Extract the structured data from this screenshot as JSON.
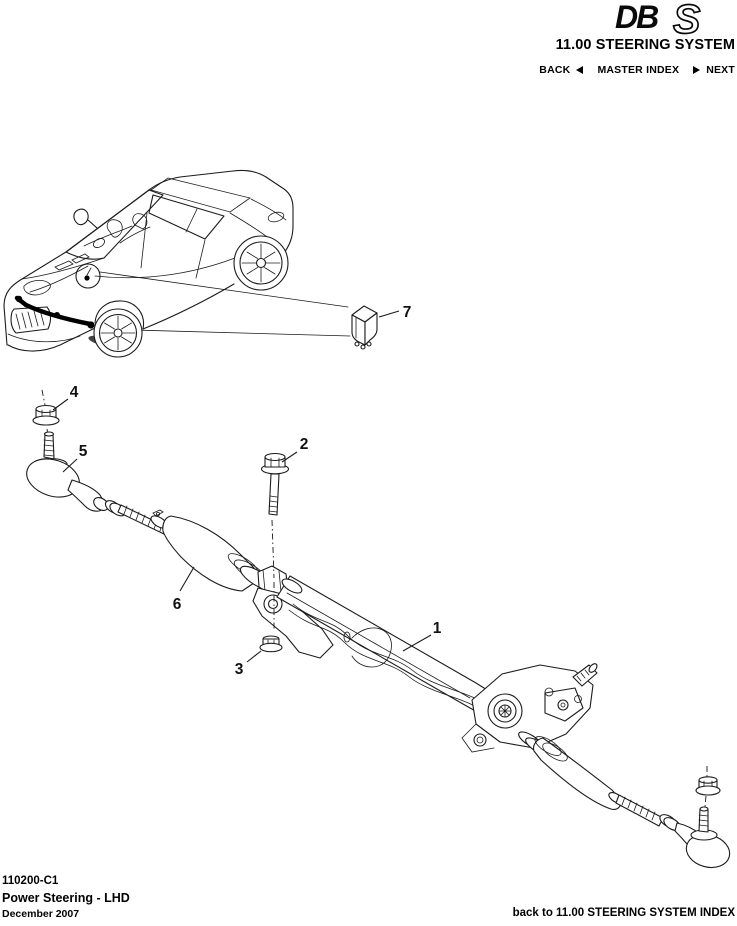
{
  "header": {
    "brand": {
      "db": "DB",
      "s": "S"
    },
    "section_title": "11.00 STEERING SYSTEM",
    "nav": {
      "back": "BACK",
      "master_index": "MASTER INDEX",
      "next": "NEXT",
      "back_arrow_icon": "left-triangle",
      "next_arrow_icon": "right-triangle"
    }
  },
  "diagram": {
    "description": "Power steering rack exploded view with car location illustration",
    "callouts": [
      "1",
      "2",
      "3",
      "4",
      "5",
      "6",
      "7"
    ]
  },
  "footer": {
    "doc_code": "110200-C1",
    "page_title": "Power Steering - LHD",
    "date": "December 2007",
    "index_link": "back to 11.00 STEERING SYSTEM INDEX"
  },
  "colors": {
    "ink": "#1a1a1a",
    "background": "#ffffff"
  }
}
